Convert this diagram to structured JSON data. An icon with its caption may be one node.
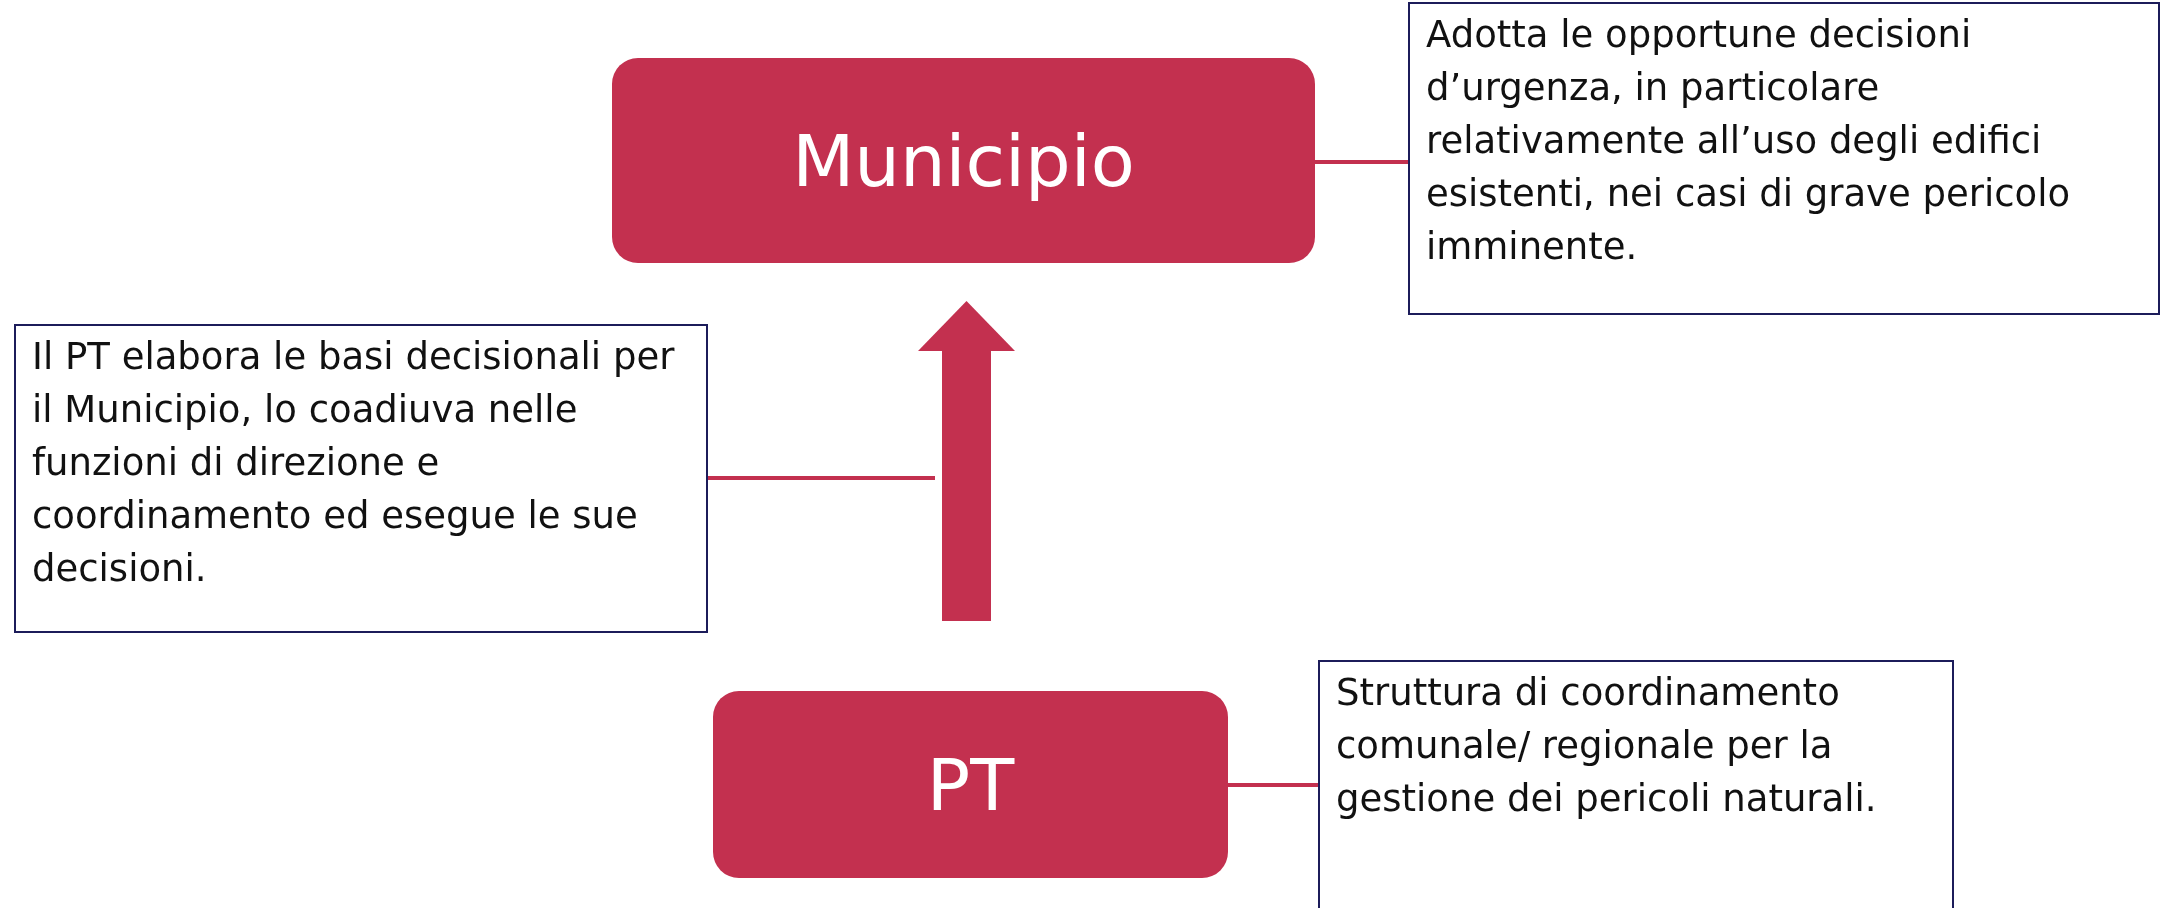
{
  "diagram": {
    "nodes": [
      {
        "text": [
          "Municipio"
        ]
      },
      {
        "text": [
          "Adotta le opportune decisioni d’urgenza, in particolare relativamente all’uso degli edifici esistenti, nei casi di grave pericolo imminente."
        ]
      },
      {
        "text": [
          "Il PT elabora le basi decisionali per il Municipio, lo coadiuva nelle funzioni di direzione e coordinamento ed esegue le sue decisioni."
        ]
      },
      {
        "text": [
          "PT"
        ]
      },
      {
        "text": [
          "Struttura di coordinamento comunale/ regionale per la gestione dei pericoli naturali."
        ]
      }
    ],
    "edges": [
      {
        "from": 3,
        "to": 0,
        "arrow": "to",
        "style": "thick"
      },
      {
        "from": 0,
        "to": 1,
        "arrow": "none"
      },
      {
        "from": 2,
        "to": null,
        "arrow": "none"
      },
      {
        "from": 3,
        "to": 4,
        "arrow": "none"
      }
    ]
  }
}
